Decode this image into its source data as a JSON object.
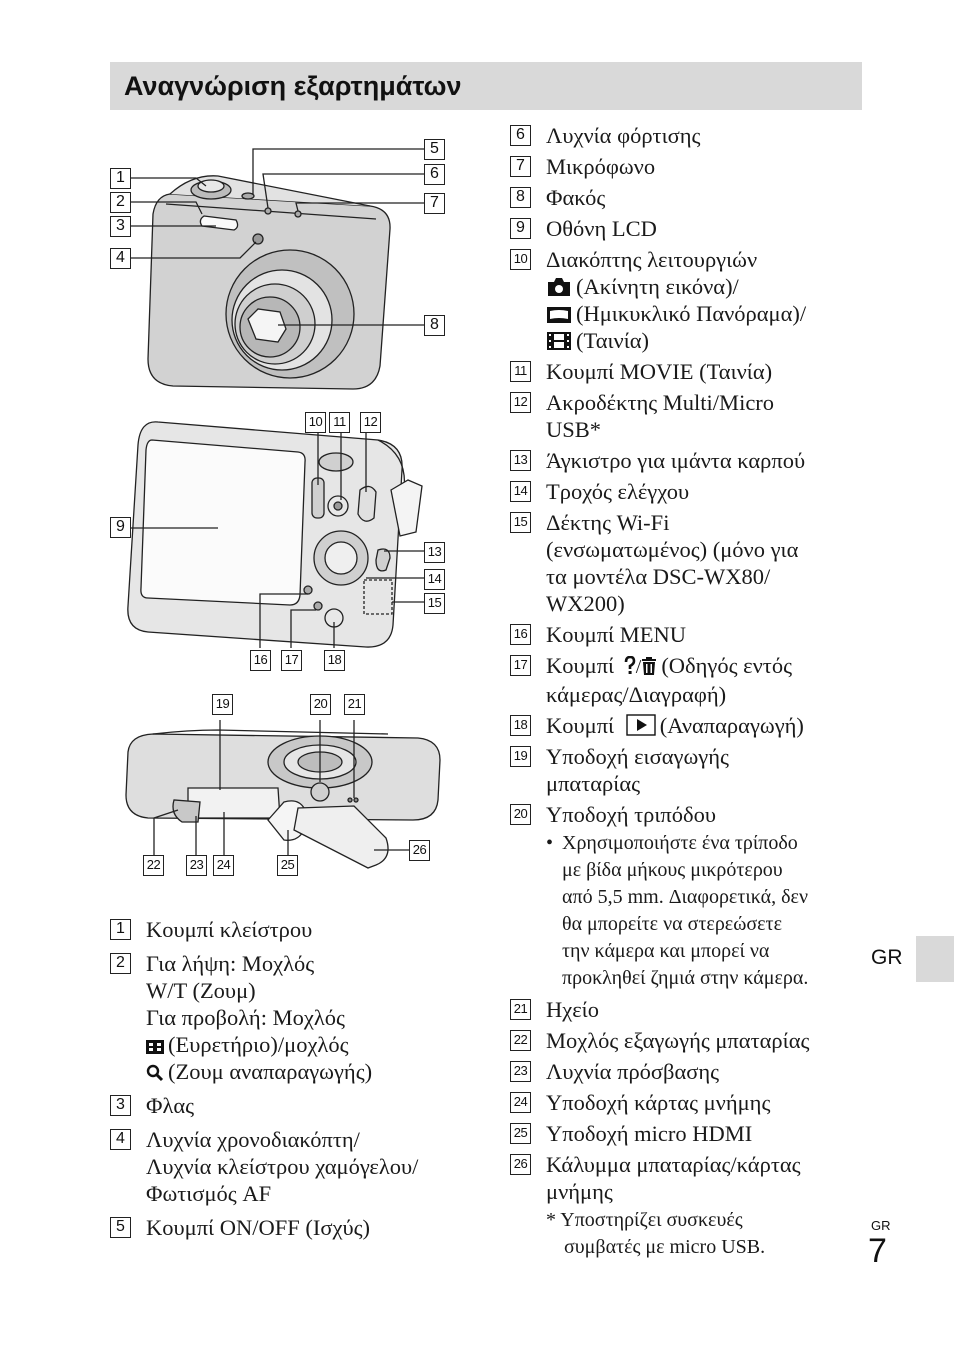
{
  "title": "Αναγνώριση εξαρτημάτων",
  "callouts": {
    "n1": "1",
    "n2": "2",
    "n3": "3",
    "n4": "4",
    "n5": "5",
    "n6": "6",
    "n7": "7",
    "n8": "8",
    "n9": "9",
    "n10": "10",
    "n11": "11",
    "n12": "12",
    "n13": "13",
    "n14": "14",
    "n15": "15",
    "n16": "16",
    "n17": "17",
    "n18": "18",
    "n19": "19",
    "n20": "20",
    "n21": "21",
    "n22": "22",
    "n23": "23",
    "n24": "24",
    "n25": "25",
    "n26": "26"
  },
  "left_list": [
    {
      "num": "1",
      "text": "Κουμπί κλείστρου"
    },
    {
      "num": "2",
      "line1": "Για λήψη: Μοχλός",
      "line2": "W/T (Ζουμ)",
      "line3": "Για προβολή: Μοχλός",
      "line4": "(Ευρετήριο)/μοχλός",
      "line5": "(Ζουμ αναπαραγωγής)"
    },
    {
      "num": "3",
      "text": "Φλας"
    },
    {
      "num": "4",
      "line1": "Λυχνία χρονοδιακόπτη/",
      "line2": "Λυχνία κλείστρου χαμόγελου/",
      "line3": "Φωτισμός AF"
    },
    {
      "num": "5",
      "text": "Κουμπί ON/OFF (Ισχύς)"
    }
  ],
  "right_list": [
    {
      "num": "6",
      "text": "Λυχνία φόρτισης"
    },
    {
      "num": "7",
      "text": "Μικρόφωνο"
    },
    {
      "num": "8",
      "text": "Φακός"
    },
    {
      "num": "9",
      "text": "Οθόνη LCD"
    },
    {
      "num": "10",
      "line1": "Διακόπτης λειτουργιών",
      "line2": "(Ακίνητη εικόνα)/",
      "line3": "(Ημικυκλικό Πανόραμα)/",
      "line4": "(Ταινία)"
    },
    {
      "num": "11",
      "text": "Κουμπί MOVIE (Ταινία)"
    },
    {
      "num": "12",
      "line1": "Ακροδέκτης Multi/Micro",
      "line2": "USB*"
    },
    {
      "num": "13",
      "text": "Άγκιστρο για ιμάντα καρπού"
    },
    {
      "num": "14",
      "text": "Τροχός ελέγχου"
    },
    {
      "num": "15",
      "line1": "Δέκτης Wi-Fi",
      "line2": "(ενσωματωμένος) (μόνο για",
      "line3": "τα μοντέλα DSC-WX80/",
      "line4": "WX200)"
    },
    {
      "num": "16",
      "text": "Κουμπί MENU"
    },
    {
      "num": "17",
      "line1": "Κουμπί",
      "line1b": "(Οδηγός εντός",
      "line2": "κάμερας/Διαγραφή)"
    },
    {
      "num": "18",
      "line1": "Κουμπί",
      "line1b": "(Αναπαραγωγή)"
    },
    {
      "num": "19",
      "line1": "Υποδοχή εισαγωγής",
      "line2": "μπαταρίας"
    },
    {
      "num": "20",
      "text": "Υποδοχή τριπόδου",
      "bullet": "•",
      "note1": "Χρησιμοποιήστε ένα τρίποδο",
      "note2": "με βίδα μήκους μικρότερου",
      "note3": "από 5,5 mm. Διαφορετικά, δεν",
      "note4": "θα μπορείτε να στερεώσετε",
      "note5": "την κάμερα και μπορεί να",
      "note6": "προκληθεί ζημιά στην κάμερα."
    },
    {
      "num": "21",
      "text": "Ηχείο"
    },
    {
      "num": "22",
      "text": "Μοχλός εξαγωγής μπαταρίας"
    },
    {
      "num": "23",
      "text": "Λυχνία πρόσβασης"
    },
    {
      "num": "24",
      "text": "Υποδοχή κάρτας μνήμης"
    },
    {
      "num": "25",
      "text": "Υποδοχή micro HDMI"
    },
    {
      "num": "26",
      "line1": "Κάλυμμα μπαταρίας/κάρτας",
      "line2": "μνήμης"
    }
  ],
  "footnote": {
    "line1": "* Υποστηρίζει συσκευές",
    "line2": "συμβατές με micro USB."
  },
  "side_tab_lang": "GR",
  "page_lang": "GR",
  "page_number": "7",
  "icons": [
    "camera-icon",
    "panorama-icon",
    "movie-icon",
    "index-icon",
    "zoom-icon",
    "help-icon",
    "trash-icon",
    "play-icon"
  ]
}
